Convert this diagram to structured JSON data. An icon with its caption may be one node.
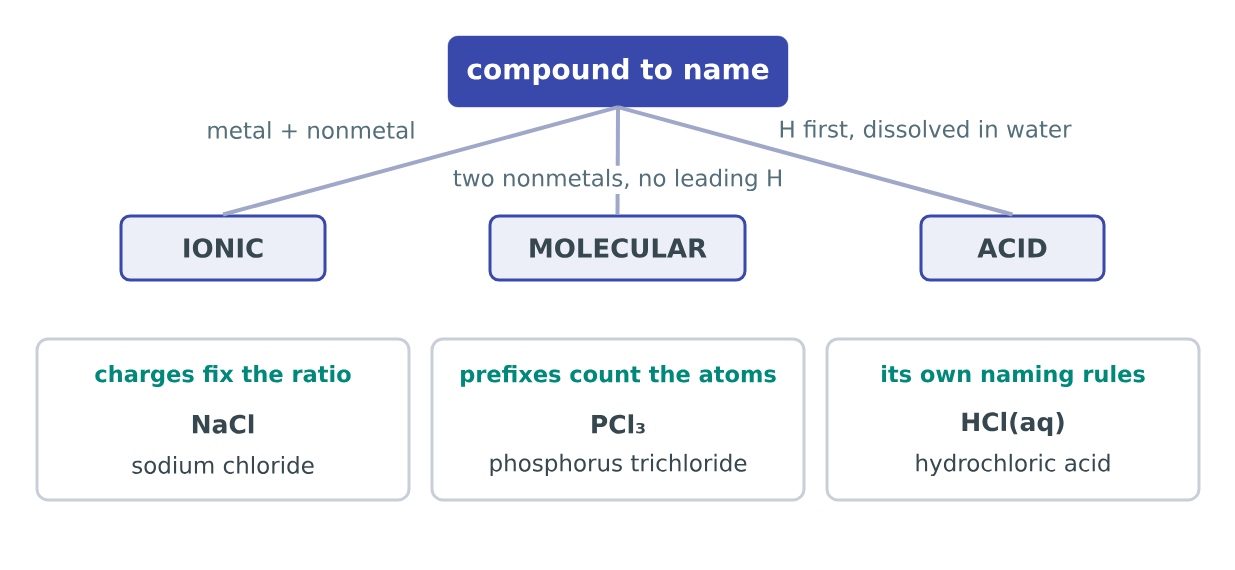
{
  "diagram": {
    "nodes": [
      {
        "text": [
          "compound to name"
        ]
      },
      {
        "text": [
          "IONIC"
        ]
      },
      {
        "text": [
          "MOLECULAR"
        ]
      },
      {
        "text": [
          "ACID"
        ]
      },
      {
        "text": [
          "charges fix the ratio",
          "NaCl",
          "sodium chloride"
        ]
      },
      {
        "text": [
          "prefixes count the atoms",
          "PCl₃",
          "phosphorus trichloride"
        ]
      },
      {
        "text": [
          "its own naming rules",
          "HCl(aq)",
          "hydrochloric acid"
        ]
      }
    ],
    "edges": [
      {
        "from": 0,
        "to": 1,
        "arrow": "none",
        "label": "metal + nonmetal"
      },
      {
        "from": 0,
        "to": 2,
        "arrow": "none",
        "label": "two nonmetals, no leading H"
      },
      {
        "from": 0,
        "to": 3,
        "arrow": "none",
        "label": "H first, dissolved in water"
      }
    ]
  }
}
